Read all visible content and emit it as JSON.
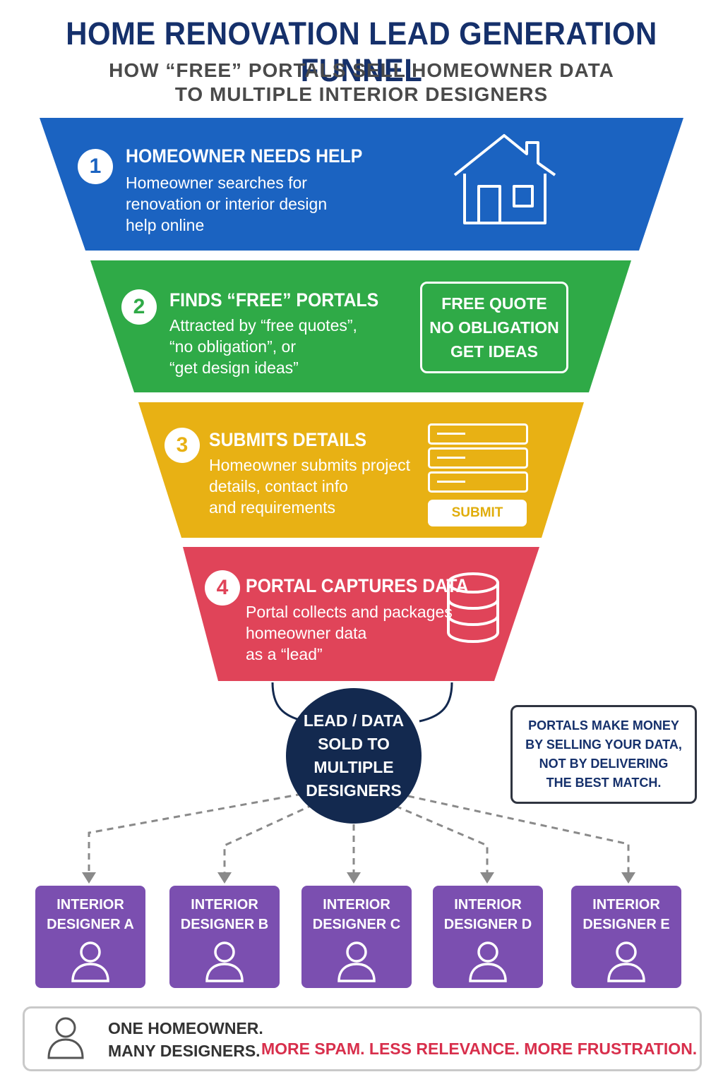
{
  "header": {
    "title": "HOME RENOVATION LEAD GENERATION FUNNEL",
    "subtitle_line1": "HOW “FREE” PORTALS SELL HOMEOWNER DATA",
    "subtitle_line2": "TO MULTIPLE INTERIOR DESIGNERS"
  },
  "stages": [
    {
      "number": "1",
      "title": "HOMEOWNER NEEDS HELP",
      "description": "Homeowner searches for\nrenovation or interior design\nhelp online",
      "color": "#1b63c1",
      "icon": "house-icon"
    },
    {
      "number": "2",
      "title": "FINDS “FREE” PORTALS",
      "description": "Attracted by “free quotes”,\n“no obligation”, or\n“get design ideas”",
      "color": "#2faa47",
      "icon": "promo-box"
    },
    {
      "number": "3",
      "title": "SUBMITS DETAILS",
      "description": "Homeowner submits project\ndetails, contact info\nand requirements",
      "color": "#e8b114",
      "icon": "form-icon"
    },
    {
      "number": "4",
      "title": "PORTAL CAPTURES DATA",
      "description": "Portal collects and packages\nhomeowner data\nas a “lead”",
      "color": "#e04459",
      "icon": "database-icon"
    }
  ],
  "promo": {
    "line1": "FREE QUOTE",
    "line2": "NO OBLIGATION",
    "line3": "GET IDEAS"
  },
  "form": {
    "submit_label": "SUBMIT"
  },
  "hub": {
    "line1": "LEAD / DATA",
    "line2": "SOLD TO",
    "line3": "MULTIPLE",
    "line4": "DESIGNERS",
    "color": "#13294f"
  },
  "note": {
    "line1": "PORTALS MAKE MONEY",
    "line2": "BY SELLING YOUR DATA,",
    "line3": "NOT BY DELIVERING",
    "line4": "THE BEST MATCH."
  },
  "designers": [
    {
      "line1": "INTERIOR",
      "line2": "DESIGNER A"
    },
    {
      "line1": "INTERIOR",
      "line2": "DESIGNER B"
    },
    {
      "line1": "INTERIOR",
      "line2": "DESIGNER C"
    },
    {
      "line1": "INTERIOR",
      "line2": "DESIGNER D"
    },
    {
      "line1": "INTERIOR",
      "line2": "DESIGNER E"
    }
  ],
  "designer_color": "#7b4fb0",
  "footer": {
    "line1": "ONE HOMEOWNER.",
    "line2": "MANY DESIGNERS.",
    "highlight": "MORE SPAM. LESS RELEVANCE. MORE FRUSTRATION.",
    "highlight_color": "#d82f4c"
  }
}
